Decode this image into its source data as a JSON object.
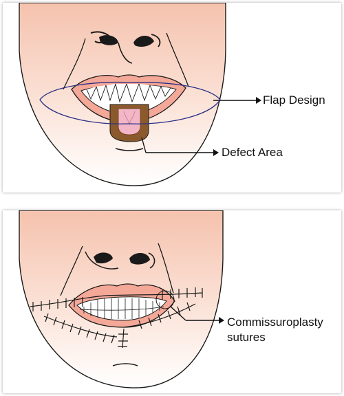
{
  "panels": [
    {
      "labels": {
        "flap": "Flap Design",
        "defect": "Defect Area"
      }
    },
    {
      "labels": {
        "commissuroplasty": "Commissuroplasty sutures"
      }
    }
  ],
  "colors": {
    "skin_light": "#fdece3",
    "skin_dark": "#f5c2ad",
    "lip": "#f4a897",
    "defect_border": "#8a5a2c",
    "defect_inner": "#f2b6c6",
    "flap_line": "#2b2f86",
    "outline": "#1a1a1a"
  }
}
